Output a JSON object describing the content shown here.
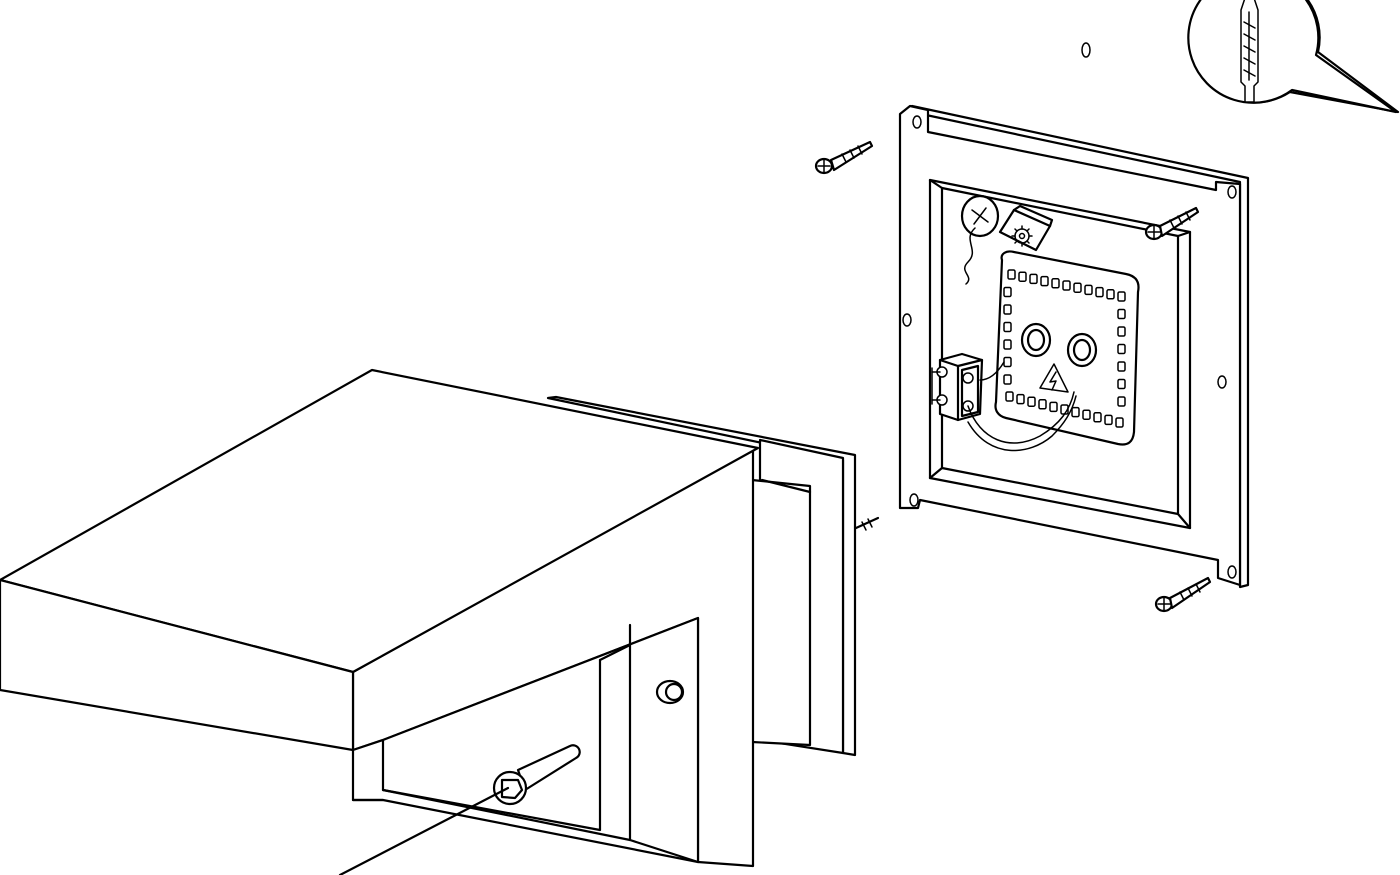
{
  "diagram": {
    "type": "exploded-assembly-illustration",
    "background": "#ffffff",
    "line_color": "#000000",
    "components": [
      "wall-lamp-body",
      "wall-mounting-plate",
      "terminal-block",
      "led-board",
      "fixing-screw",
      "wall-screw",
      "wall-plug-detail",
      "hex-bolt"
    ],
    "symbols": [
      "high-voltage-warning-icon",
      "gear-icon"
    ],
    "text_labels": []
  }
}
